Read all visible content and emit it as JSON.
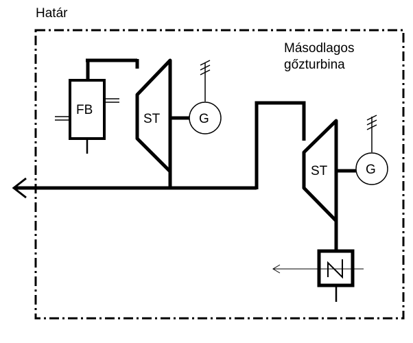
{
  "diagram": {
    "boundary_label": "Határ",
    "secondary_turbine_label_line1": "Másodlagos",
    "secondary_turbine_label_line2": "gőzturbina",
    "components": {
      "boiler": "FB",
      "steam_turbine_1": "ST",
      "generator_1": "G",
      "steam_turbine_2": "ST",
      "generator_2": "G"
    }
  }
}
